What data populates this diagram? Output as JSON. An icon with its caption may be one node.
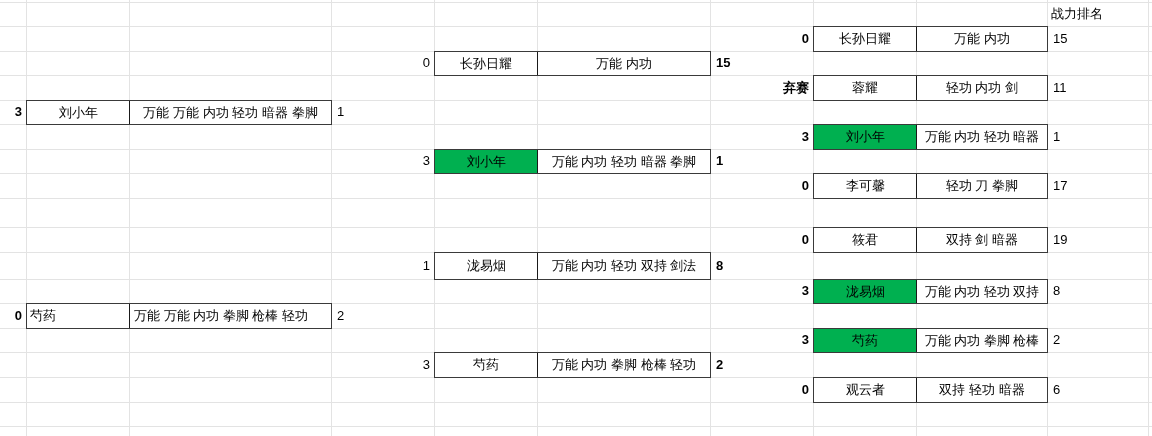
{
  "diagram": {
    "nodes": [
      {
        "text": [
          "刘小年",
          "万能 万能 内功 轻功 暗器 拳脚"
        ],
        "beside": [
          "3",
          "1"
        ]
      },
      {
        "text": [
          "芍药",
          "万能 万能 内功 拳脚 枪棒 轻功"
        ],
        "beside": [
          "0",
          "2"
        ]
      },
      {
        "text": [
          "长孙日耀",
          "万能 内功"
        ],
        "beside": [
          "0",
          "15"
        ]
      },
      {
        "text": [
          "刘小年",
          "万能 内功 轻功 暗器 拳脚"
        ],
        "beside": [
          "3",
          "1"
        ]
      },
      {
        "text": [
          "泷易烟",
          "万能 内功 轻功 双持 剑法"
        ],
        "beside": [
          "1",
          "8"
        ]
      },
      {
        "text": [
          "芍药",
          "万能 内功 拳脚 枪棒 轻功"
        ],
        "beside": [
          "3",
          "2"
        ]
      },
      {
        "text": [
          "长孙日耀",
          "万能 内功"
        ],
        "beside": [
          "0",
          "15"
        ]
      },
      {
        "text": [
          "蓉耀",
          "轻功 内功 剑"
        ],
        "beside": [
          "弃赛",
          "11"
        ]
      },
      {
        "text": [
          "刘小年",
          "万能 内功 轻功 暗器"
        ],
        "beside": [
          "3",
          "1"
        ]
      },
      {
        "text": [
          "李可馨",
          "轻功 刀 拳脚"
        ],
        "beside": [
          "0",
          "17"
        ]
      },
      {
        "text": [
          "筱君",
          "双持 剑 暗器"
        ],
        "beside": [
          "0",
          "19"
        ]
      },
      {
        "text": [
          "泷易烟",
          "万能 内功 轻功 双持"
        ],
        "beside": [
          "3",
          "8"
        ]
      },
      {
        "text": [
          "芍药",
          "万能 内功 拳脚 枪棒"
        ],
        "beside": [
          "3",
          "2"
        ]
      },
      {
        "text": [
          "观云者",
          "双持 轻功 暗器"
        ],
        "beside": [
          "0",
          "6"
        ]
      }
    ],
    "labels": [
      "战力排名"
    ]
  }
}
